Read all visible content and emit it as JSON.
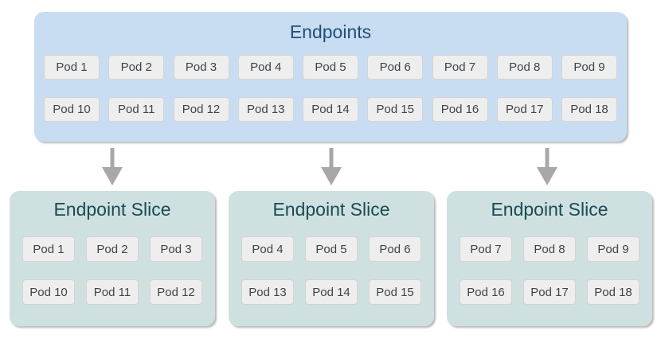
{
  "endpoints": {
    "title": "Endpoints",
    "pods": [
      "Pod 1",
      "Pod 2",
      "Pod 3",
      "Pod 4",
      "Pod 5",
      "Pod 6",
      "Pod 7",
      "Pod 8",
      "Pod 9",
      "Pod 10",
      "Pod 11",
      "Pod 12",
      "Pod 13",
      "Pod 14",
      "Pod 15",
      "Pod 16",
      "Pod 17",
      "Pod 18"
    ]
  },
  "slices": [
    {
      "title": "Endpoint Slice",
      "pods": [
        "Pod 1",
        "Pod 2",
        "Pod 3",
        "Pod 10",
        "Pod 11",
        "Pod 12"
      ]
    },
    {
      "title": "Endpoint Slice",
      "pods": [
        "Pod 4",
        "Pod 5",
        "Pod 6",
        "Pod 13",
        "Pod 14",
        "Pod 15"
      ]
    },
    {
      "title": "Endpoint Slice",
      "pods": [
        "Pod 7",
        "Pod 8",
        "Pod 9",
        "Pod 16",
        "Pod 17",
        "Pod 18"
      ]
    }
  ],
  "colors": {
    "page_bg": "#ffffff",
    "endpoints_bg": "#c9ddf2",
    "endpoints_title": "#1f4e79",
    "slice_bg": "#cfe0e1",
    "slice_title": "#1b4b52",
    "pod_bg": "#eeeeee",
    "pod_border": "#d4d4d4",
    "pod_text": "#404448",
    "arrow": "#a8a8a8"
  }
}
